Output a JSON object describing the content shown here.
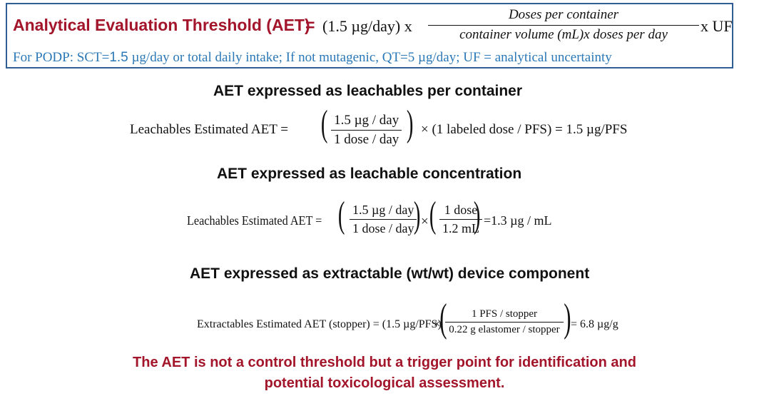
{
  "header": {
    "title": "Analytical Evaluation Threshold (AET)",
    "equals": "=",
    "factor": "(1.5 µg/day) x",
    "fraction_numerator": "Doses per container",
    "fraction_denominator": "container volume (mL)x doses per day",
    "uf_suffix": "x UF",
    "podp_prefix": "For PODP:  SCT=",
    "podp_value": "1.5",
    "podp_rest": " µg/day or total daily intake; If not mutagenic, QT=5 µg/day; UF = analytical uncertainty"
  },
  "sections": {
    "h1": "AET expressed as leachables per container",
    "h2": "AET expressed as leachable concentration",
    "h3": "AET expressed as extractable (wt/wt) device component"
  },
  "formula1": {
    "label": "Leachables  Estimated AET =",
    "num": "1.5 µg / day",
    "den": "1 dose / day",
    "rest": "× (1 labeled dose / PFS) = 1.5 µg/PFS"
  },
  "formula2": {
    "label": "Leachables   Estimated   AET =",
    "num1": "1.5 µg  / day",
    "den1": "1 dose / day",
    "times": "×",
    "num2": "1 dose",
    "den2": "1.2 mL",
    "rest": "=1.3 µg  / mL"
  },
  "formula3": {
    "label": "Extractables Estimated AET (stopper) = (1.5 µg/PFS)",
    "times": "×",
    "num": "1 PFS / stopper",
    "den": "0.22 g elastomer / stopper",
    "rest": "= 6.8 µg/g"
  },
  "footer": {
    "line1": "The AET is not a control threshold but a trigger point for identification and",
    "line2": "potential toxicological assessment."
  }
}
